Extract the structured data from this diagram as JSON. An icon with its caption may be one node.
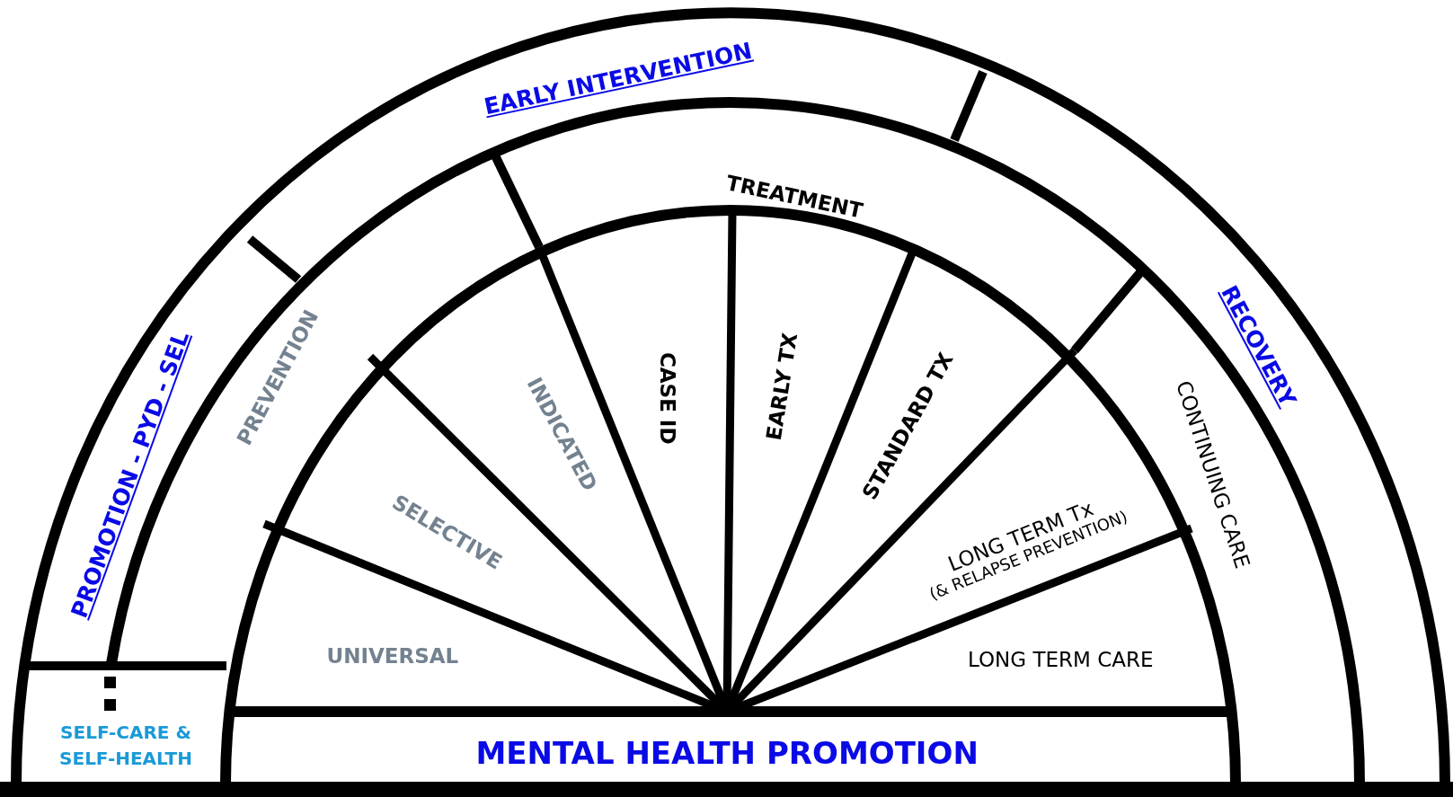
{
  "diagram": {
    "nodes": [
      {
        "text": [
          "PROMOTION - PYD - SEL"
        ]
      },
      {
        "text": [
          "EARLY INTERVENTION"
        ]
      },
      {
        "text": [
          "RECOVERY"
        ]
      },
      {
        "text": [
          "PREVENTION"
        ]
      },
      {
        "text": [
          "TREATMENT"
        ]
      },
      {
        "text": [
          "CONTINUING CARE"
        ]
      },
      {
        "text": [
          "UNIVERSAL"
        ]
      },
      {
        "text": [
          "SELECTIVE"
        ]
      },
      {
        "text": [
          "INDICATED"
        ]
      },
      {
        "text": [
          "CASE ID"
        ]
      },
      {
        "text": [
          "EARLY TX"
        ]
      },
      {
        "text": [
          "STANDARD TX"
        ]
      },
      {
        "text": [
          "LONG TERM Tx",
          "(& RELAPSE PREVENTION)"
        ]
      },
      {
        "text": [
          "LONG TERM CARE"
        ]
      },
      {
        "text": [
          "SELF-CARE & SELF-HEALTH"
        ]
      },
      {
        "text": [
          "MENTAL HEALTH PROMOTION"
        ]
      }
    ],
    "edges": []
  }
}
